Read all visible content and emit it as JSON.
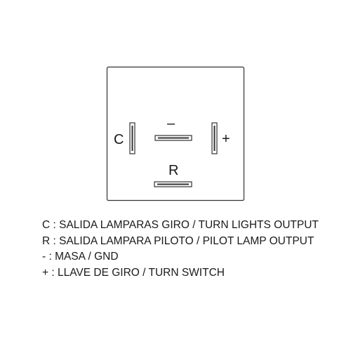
{
  "pins": {
    "c": "C",
    "minus": "–",
    "plus": "+",
    "r": "R"
  },
  "legend": [
    "C : SALIDA LAMPARAS GIRO / TURN LIGHTS OUTPUT",
    "R : SALIDA LAMPARA PILOTO / PILOT LAMP OUTPUT",
    "-  : MASA / GND",
    "+ : LLAVE DE GIRO / TURN SWITCH"
  ],
  "colors": {
    "outline": "#333333",
    "terminal_fill": "#ffffff",
    "text": "#1a1a1a"
  }
}
